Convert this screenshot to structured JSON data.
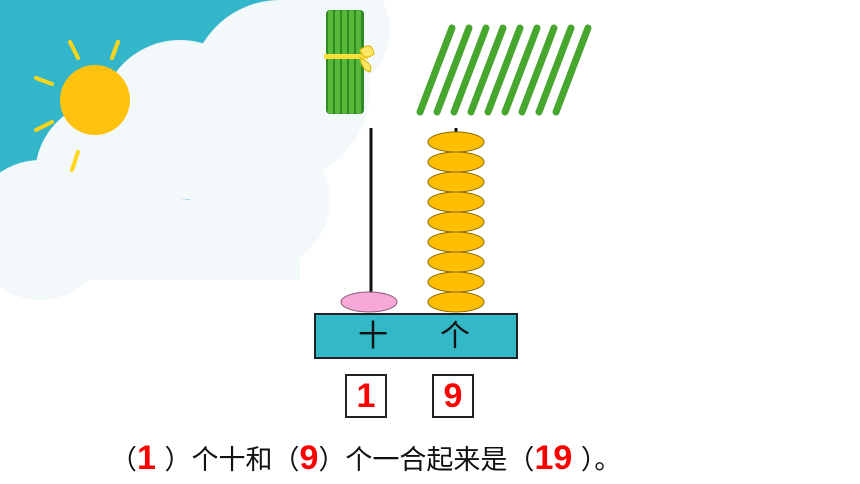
{
  "abacus": {
    "tens_label": "十",
    "ones_label": "个",
    "tens_beads": 1,
    "ones_beads": 9
  },
  "answers": {
    "tens_digit": "1",
    "ones_digit": "9"
  },
  "sentence": {
    "open1": "（",
    "ans1": "1",
    "mid1": " ）个十和（",
    "ans2": "9",
    "mid2": "）个一合起来是（",
    "ans3": "19",
    "end": " ）。"
  },
  "colors": {
    "sky": "#33b6c9",
    "cloud": "#f3f8fb",
    "sun": "#ffc20e",
    "stick": "#47a62e",
    "bead_ones": "#ffbe00",
    "bead_tens": "#f7a8d7",
    "base": "#33b8c7",
    "answer": "#ff0000"
  }
}
